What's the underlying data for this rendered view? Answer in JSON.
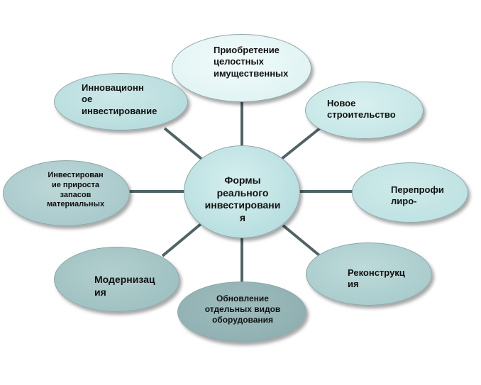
{
  "diagram": {
    "center": {
      "label": "Формы\nреального\nинвестировани\nя"
    },
    "nodes": [
      {
        "id": "top",
        "label": "Приобретение\nцелостных\nимущественных"
      },
      {
        "id": "upright",
        "label": "Новое\nстроительство"
      },
      {
        "id": "right",
        "label": "Перепрофи\nлиро-"
      },
      {
        "id": "lowright",
        "label": "Реконструкц\nия"
      },
      {
        "id": "bottom",
        "label": "Обновление\nотдельных видов\nоборудования"
      },
      {
        "id": "lowleft",
        "label": "Модернизац\nия"
      },
      {
        "id": "left",
        "label": "Инвестирован\nие прироста\nзапасов\nматериальных"
      },
      {
        "id": "upleft",
        "label": "Инновационн\nое\nинвестирование"
      }
    ],
    "colors": {
      "connector": "#4f6466",
      "node_border": "#8fa6a8",
      "center_fill": "#b9dfe0"
    }
  }
}
